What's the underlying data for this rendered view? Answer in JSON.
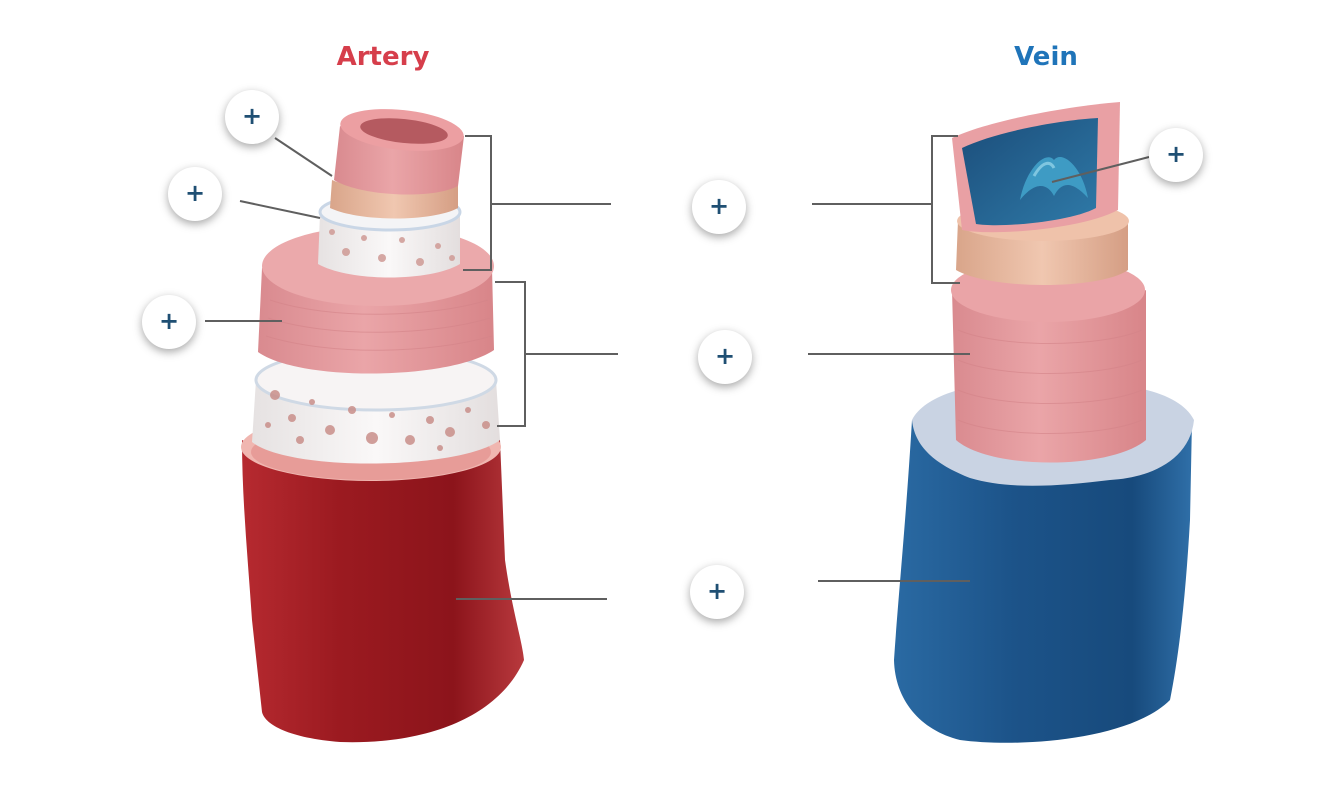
{
  "titles": {
    "artery": "Artery",
    "vein": "Vein"
  },
  "colors": {
    "artery_title": "#d63e4b",
    "vein_title": "#1f74b9",
    "hotspot_plus": "#1f4f73",
    "leader_line": "#5a5a5a",
    "artery_outer": "#9e1a22",
    "vein_outer": "#1d5a91",
    "muscle_pink": "#e69b9f",
    "connective_white": "#f1eeee",
    "elastic_tan": "#e4b49a"
  },
  "hotspots": [
    {
      "name": "artery-inner-lining-hotspot",
      "icon": "plus-icon",
      "label": "+"
    },
    {
      "name": "artery-internal-elastic-hotspot",
      "icon": "plus-icon",
      "label": "+"
    },
    {
      "name": "artery-smooth-muscle-hotspot",
      "icon": "plus-icon",
      "label": "+"
    },
    {
      "name": "tunica-intima-hotspot",
      "icon": "plus-icon",
      "label": "+"
    },
    {
      "name": "tunica-media-hotspot",
      "icon": "plus-icon",
      "label": "+"
    },
    {
      "name": "tunica-externa-hotspot",
      "icon": "plus-icon",
      "label": "+"
    },
    {
      "name": "vein-valve-hotspot",
      "icon": "plus-icon",
      "label": "+"
    }
  ]
}
